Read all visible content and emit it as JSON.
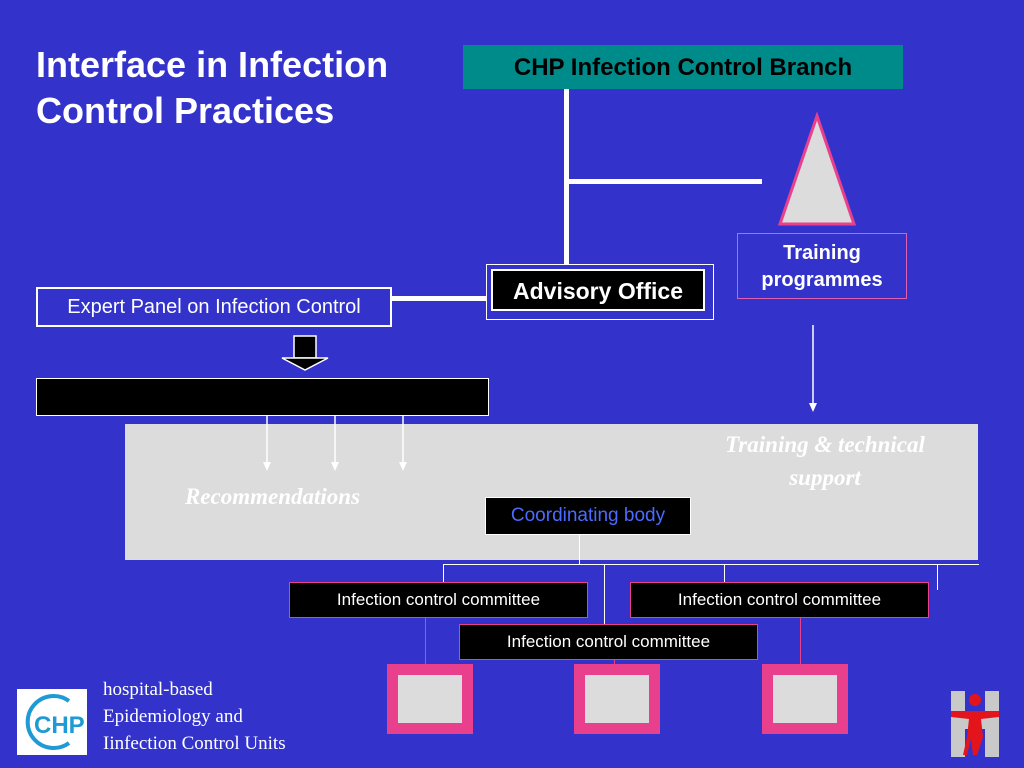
{
  "title": {
    "line1": "Interface in Infection",
    "line2": "Control Practices"
  },
  "nodes": {
    "chp_branch": "CHP Infection Control Branch",
    "advisory_office": "Advisory Office",
    "expert_panel": "Expert Panel on Infection Control",
    "training_programmes": "Training programmes",
    "recommendations": "Recommendations",
    "training_support": "Training & technical support",
    "coordinating_body": "Coordinating body",
    "committees": [
      "Infection control committee",
      "Infection control committee",
      "Infection control committee"
    ]
  },
  "footer": {
    "line1": "hospital-based",
    "line2": "Epidemiology and",
    "line3": "Iinfection Control Units"
  },
  "logo": {
    "text": "CHP"
  },
  "colors": {
    "background": "#3333cc",
    "teal": "#008b8b",
    "pink": "#e8408c",
    "panel": "#dcdcdc",
    "emblem_red": "#e3141b"
  }
}
